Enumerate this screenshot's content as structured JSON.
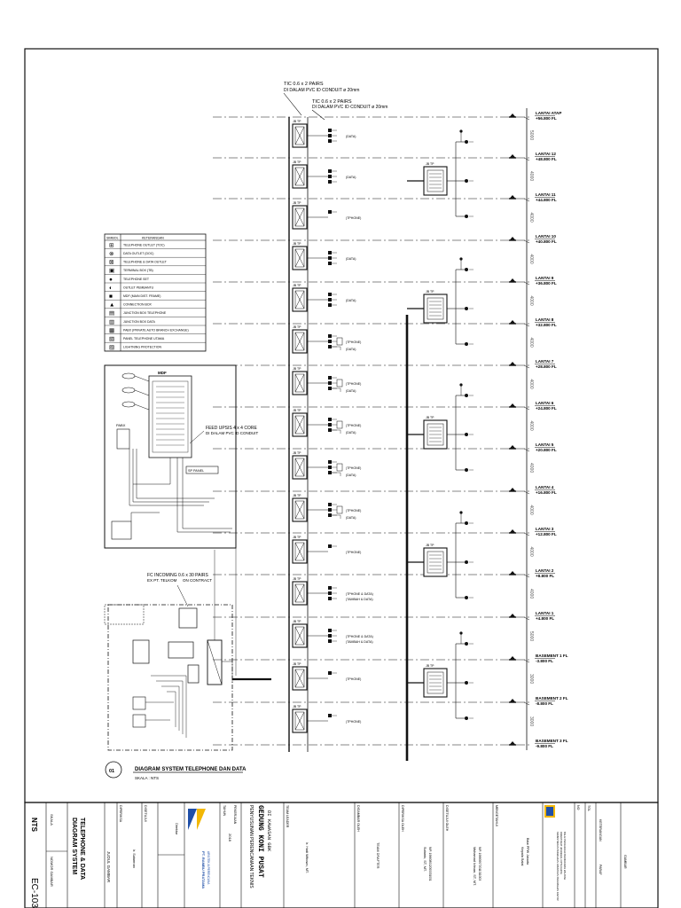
{
  "cables": {
    "main_line1": "TIC 0.6 x 2 PAIRS",
    "main_line2": "DI DALAM PVC ID CONDUIT ø 20mm",
    "branch_line1": "TIC 0.6 x 2 PAIRS",
    "branch_line2": "DI DALAM PVC ID CONDUIT ø 20mm",
    "feeder_label1": "FEED UPSIS 4 x 4 CORE",
    "feeder_label2": "DI DALAM PVC ID CONDUIT",
    "incoming1": "FC INCOMING 0.6 x 30 PAIRS",
    "incoming2": "EX PT. TELKOM",
    "incoming3": "ON CONTRACT"
  },
  "floors": [
    {
      "name": "LANTAI ATAP",
      "elev": "+56.800 FL"
    },
    {
      "name": "LANTAI 12",
      "elev": "+48.800 FL"
    },
    {
      "name": "LANTAI 11",
      "elev": "+44.800 FL"
    },
    {
      "name": "LANTAI 10",
      "elev": "+40.800 FL"
    },
    {
      "name": "LANTAI 9",
      "elev": "+36.800 FL"
    },
    {
      "name": "LANTAI 8",
      "elev": "+32.800 FL"
    },
    {
      "name": "LANTAI 7",
      "elev": "+28.800 FL"
    },
    {
      "name": "LANTAI 6",
      "elev": "+24.800 FL"
    },
    {
      "name": "LANTAI 5",
      "elev": "+20.800 FL"
    },
    {
      "name": "LANTAI 4",
      "elev": "+16.800 FL"
    },
    {
      "name": "LANTAI 3",
      "elev": "+12.800 FL"
    },
    {
      "name": "LANTAI 2",
      "elev": "+8.800 FL"
    },
    {
      "name": "LANTAI 1",
      "elev": "+4.800 FL"
    },
    {
      "name": "BASEMENT 1 FL",
      "elev": "-3.800 FL"
    },
    {
      "name": "BASEMENT 2 FL",
      "elev": "-8.800 FL"
    },
    {
      "name": "BASEMENT 3 FL",
      "elev": "-9.800 FL"
    }
  ],
  "dims": [
    "5000",
    "4000",
    "4000",
    "4000",
    "4000",
    "4000",
    "4000",
    "4000",
    "4000",
    "4000",
    "4000",
    "4000",
    "5000",
    "3000",
    "3000"
  ],
  "outlet_labels": [
    "(TPHONE)",
    "(DATA)",
    "(TPHONE & DATA)",
    "(TAMBAH & DATA)"
  ],
  "box_label": "JB TP",
  "legend": {
    "headers": [
      "SIMBOL",
      "KETERANGAN"
    ],
    "rows": [
      {
        "sym": "⊞",
        "text": "TELEPHONE OUTLET (TOC)"
      },
      {
        "sym": "⊗",
        "text": "DATA OUTLET (DOC)"
      },
      {
        "sym": "⊠",
        "text": "TELEPHONE & DATA OUTLET"
      },
      {
        "sym": "▣",
        "text": "TERMINAL BOX (TB)"
      },
      {
        "sym": "●",
        "text": "TELEPHONE SET"
      },
      {
        "sym": "◐",
        "text": "OUTLET PEMBANTU"
      },
      {
        "sym": "■",
        "text": "MDF (MAIN DIST. FRAME)"
      },
      {
        "sym": "▲",
        "text": "CONNECTION BOX"
      },
      {
        "sym": "▤",
        "text": "JUNCTION BOX TELEPHONE"
      },
      {
        "sym": "▥",
        "text": "JUNCTION BOX DATA"
      },
      {
        "sym": "▦",
        "text": "PABX (PRIVATE AUTO BRANCH EXCHANGE)"
      },
      {
        "sym": "▧",
        "text": "PANEL TELEPHONE UTAMA"
      },
      {
        "sym": "▨",
        "text": "LIGHTNING PROTECTION"
      }
    ]
  },
  "detail": {
    "mdf_label": "MDF",
    "pabx_label": "PABX",
    "panel_label": "SP PANEL"
  },
  "diagram_caption": {
    "number": "01",
    "title": "DIAGRAM SYSTEM TELEPHONE DAN DATA",
    "scale": "SKALA : NTS"
  },
  "title_block": {
    "scale_value": "NTS",
    "scale_label": "SKALA",
    "drawing_no_label": "NOMOR GAMBAR",
    "drawing_no": "EC-103",
    "drawing_title1": "DIAGRAM SYSTEM",
    "drawing_title2": "TELEPHONE & DATA",
    "drawing_title_label": "JUDUL GAMBAR",
    "checked_label": "DIPERIKSA",
    "approved_label": "DISETUJUI",
    "checked_by": "Ir. Sutarman",
    "approved_by": "Direktur",
    "company1": "PT. RAMBU PRATAMA",
    "company2": "ARSITEK & PERENCANA",
    "year_label": "TAHUN",
    "year": "2018",
    "project_label": "PEKERJAAN",
    "project1": "PENYUSUNAN PERENCANAAN TEKNIS",
    "project2": "GEDUNG KONI PUSAT",
    "project3": "DI KAWASAN GBK",
    "team_leader_label": "TEAM LEADER",
    "team_leader": "Ir. Hadi Wibowo, MT.",
    "designer_label": "DIGAMBAR OLEH",
    "designer": "TEAM DRAFTER",
    "verified_label": "DIPERIKSA OLEH",
    "verifier": "Sutanto, ST, MT.",
    "verifier_nip": "NIP. 196608012000031001",
    "approver_label": "DISETUJUI OLEH",
    "approver": "Muhamad Ichsan, ST, MT.",
    "approver_nip": "NIP. 198809072011011003",
    "known_label": "MENGETAHUI",
    "known_by1": "Kepala Balai",
    "known_by2": "Balai PPW Jakarta",
    "owner1": "KEMENTERIAN PEKERJAAN UMUM DAN PERUMAHAN RAKYAT",
    "owner2": "DIREKTORAT JENDERAL CIPTA KARYA",
    "owner3": "BALAI PRASARANA PERMUKIMAN WILAYAH",
    "rev_no_label": "NO",
    "rev_date_label": "TGL",
    "rev_desc_label": "KETERANGAN",
    "rev_sign_label": "PARAF",
    "sheet_label": "GAMBAR"
  },
  "colors": {
    "ink": "#111111",
    "sheet": "#ffffff",
    "logo_blue": "#1f4fa8",
    "logo_yellow": "#f2b705"
  }
}
